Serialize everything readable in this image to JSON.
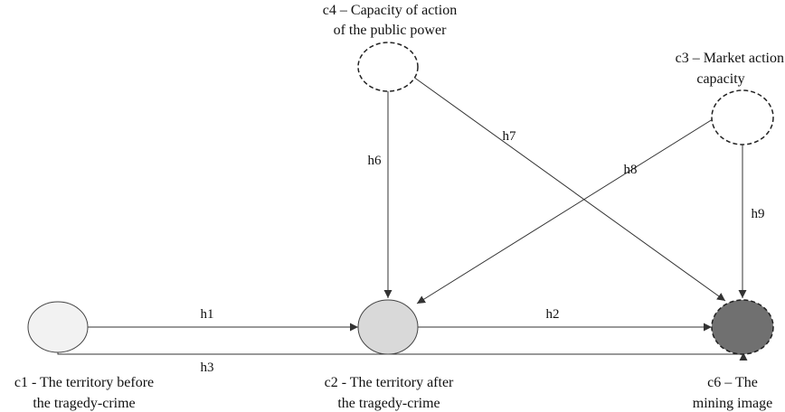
{
  "nodes": {
    "c1": {
      "line1": "c1 - The territory before",
      "line2": "the tragedy-crime",
      "fill": "#f2f2f2"
    },
    "c2": {
      "line1": "c2 - The territory after",
      "line2": "the tragedy-crime",
      "fill": "#d9d9d9"
    },
    "c3": {
      "line1": "c3 – Market action",
      "line2": "capacity",
      "fill": "#ffffff"
    },
    "c4": {
      "line1": "c4 – Capacity of action",
      "line2": "of the public power",
      "fill": "#ffffff"
    },
    "c6": {
      "line1": "c6 – The",
      "line2": "mining image",
      "fill": "#707070"
    }
  },
  "edges": {
    "h1": "h1",
    "h2": "h2",
    "h3": "h3",
    "h6": "h6",
    "h7": "h7",
    "h8": "h8",
    "h9": "h9"
  }
}
